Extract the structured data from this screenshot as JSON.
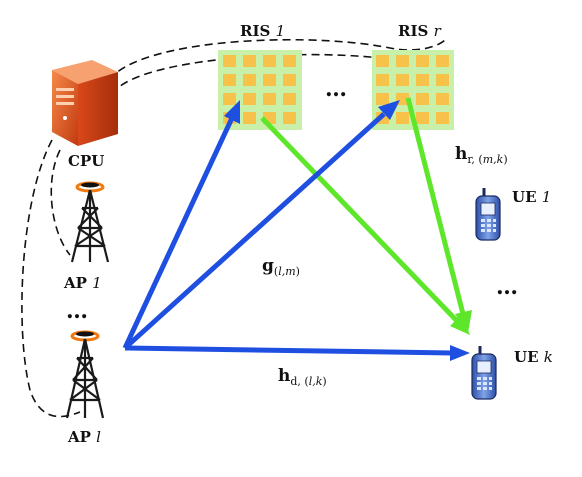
{
  "labels": {
    "ris1": {
      "prefix": "RIS",
      "index": "1"
    },
    "risr": {
      "prefix": "RIS",
      "index": "r"
    },
    "cpu": "CPU",
    "ap1": {
      "prefix": "AP",
      "index": "1"
    },
    "apl": {
      "prefix": "AP",
      "index": "l"
    },
    "ue1": {
      "prefix": "UE",
      "index": "1"
    },
    "uek": {
      "prefix": "UE",
      "index": "k"
    },
    "ellipsis": "…",
    "ellipsis_dots": "···"
  },
  "channels": {
    "h_r": {
      "symbol": "h",
      "sub_a": "r, (",
      "sub_b": "m,k",
      "sub_c": ")"
    },
    "g": {
      "symbol": "g",
      "sub_a": "(",
      "sub_b": "l,m",
      "sub_c": ")"
    },
    "h_d": {
      "symbol": "h",
      "sub_a": "d, (",
      "sub_b": "l,k",
      "sub_c": ")"
    }
  },
  "colors": {
    "blue_arrow": "#1f4fe0",
    "green_arrow": "#5ee62a",
    "ris_tile": "#f6c24a",
    "ris_bg": "#c9f0a8",
    "server": "#e8552a",
    "tower": "#1a1a1a",
    "antenna": "#f07a10"
  }
}
